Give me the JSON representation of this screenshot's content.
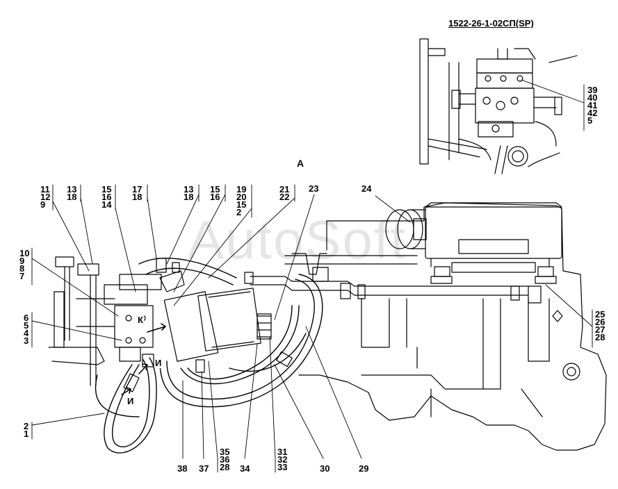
{
  "title": "1522-26-1-02СП(SP)",
  "view_label": "А",
  "watermark": "AutoSoft",
  "markers": {
    "k": "К",
    "i1": "И",
    "i2": "И"
  },
  "inset_callouts": [
    "39",
    "40",
    "41",
    "42",
    "5"
  ],
  "top_left_callouts": {
    "g1": [
      "10",
      "9",
      "8",
      "7"
    ],
    "g2": [
      "6",
      "5",
      "4",
      "3"
    ],
    "g3": [
      "2",
      "1"
    ],
    "c11": [
      "11",
      "12",
      "9"
    ],
    "c13a": [
      "13",
      "18"
    ],
    "c15a": [
      "15",
      "16",
      "14"
    ],
    "c17": [
      "17",
      "18"
    ],
    "c13b": [
      "13",
      "18"
    ],
    "c15b": [
      "15",
      "16"
    ],
    "c19": [
      "19",
      "20",
      "15",
      "2"
    ],
    "c21": [
      "21",
      "22"
    ],
    "c23": "23",
    "c24": "24"
  },
  "right_callouts": [
    "25",
    "26",
    "27",
    "28"
  ],
  "bottom_callouts": {
    "b38": "38",
    "b37": "37",
    "b35": [
      "35",
      "36",
      "28"
    ],
    "b34": "34",
    "b31": [
      "31",
      "32",
      "33"
    ],
    "b30": "30",
    "b29": "29"
  }
}
